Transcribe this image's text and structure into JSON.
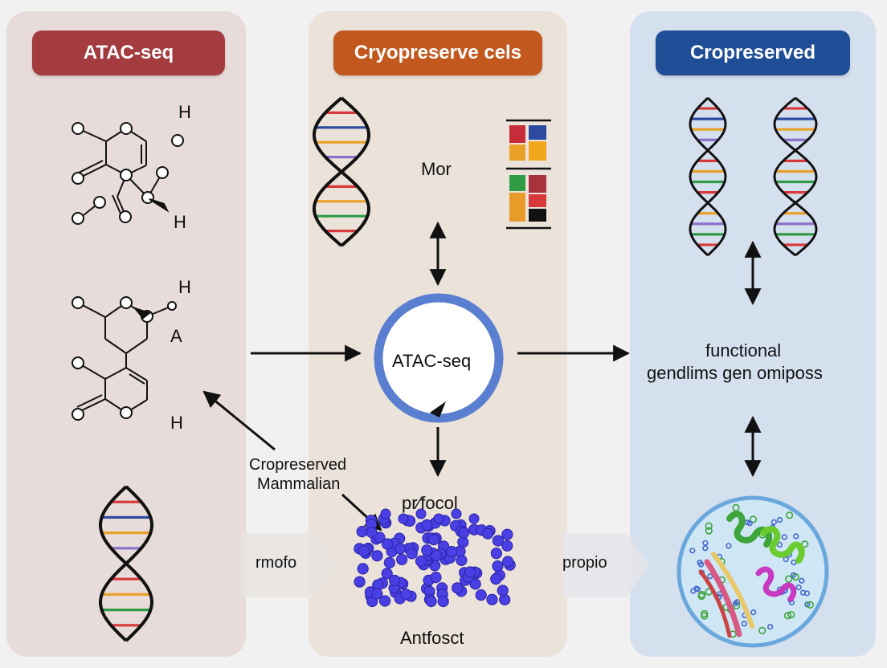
{
  "headers": {
    "left": "ATAC-seq",
    "middle": "Cryopreserve cels",
    "right": "Cropreserved"
  },
  "molecule_labels": {
    "h_top": "H",
    "h_mid": "H",
    "h_lower": "H",
    "a_label": "A",
    "h_bottom": "H"
  },
  "middle": {
    "mor_label": "Mor",
    "circle_label": "ATAC-seq",
    "protocol_label": "pr⁄focol",
    "bottom_label": "Antfosct"
  },
  "left_annotation": {
    "line1": "Cropreserved",
    "line2": "Mammalian"
  },
  "chevron_labels": {
    "left": "rmofo",
    "right": "propio"
  },
  "right": {
    "functional_line1": "functional",
    "functional_line2": "gendlims gen omiposs"
  },
  "colors": {
    "left_panel": "#e7dcd9",
    "middle_panel": "#ebe2da",
    "right_panel": "#d5e0ef",
    "header_left": "#a33b3f",
    "header_middle": "#c2581e",
    "header_right": "#1f4e96",
    "ring": "#5b7fd0",
    "beads": "#4338e0"
  }
}
